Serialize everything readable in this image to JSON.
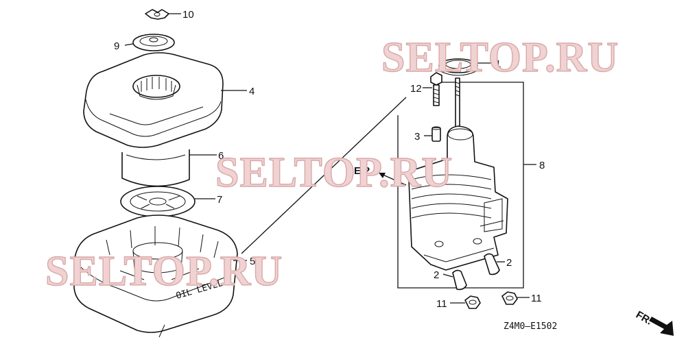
{
  "watermarks": [
    "SELTOP.RU",
    "SELTOP.RU",
    "SELTOP.RU"
  ],
  "callouts": {
    "p1": "1",
    "p2a": "2",
    "p2b": "2",
    "p3": "3",
    "p4": "4",
    "p5": "5",
    "p6": "6",
    "p7": "7",
    "p8": "8",
    "p9": "9",
    "p10": "10",
    "p11a": "11",
    "p11b": "11",
    "p12": "12"
  },
  "reference": "E-2",
  "direction": "FR.",
  "diagram_code": "Z4M0—E1502",
  "embossed_text": "OIL LEVEL"
}
